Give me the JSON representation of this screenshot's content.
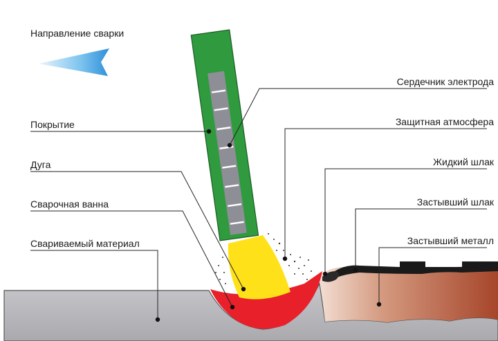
{
  "labels": {
    "direction": "Направление сварки",
    "coating": "Покрытие",
    "arc": "Дуга",
    "weld_pool": "Сварочная ванна",
    "base_material": "Свариваемый материал",
    "electrode_core": "Сердечник электрода",
    "shield_gas": "Защитная атмосфера",
    "liquid_slag": "Жидкий шлак",
    "solid_slag": "Застывший шлак",
    "solid_metal": "Застывший металл"
  },
  "colors": {
    "coating": "#2f9a3e",
    "core": "#8e8e96",
    "arc": "#ffe11a",
    "weld_pool": "#e8202a",
    "base_material": "#bdbdc1",
    "solidified_metal": "#b8583a",
    "slag": "#1a1a1a",
    "arrow": "#4aa6e6"
  }
}
